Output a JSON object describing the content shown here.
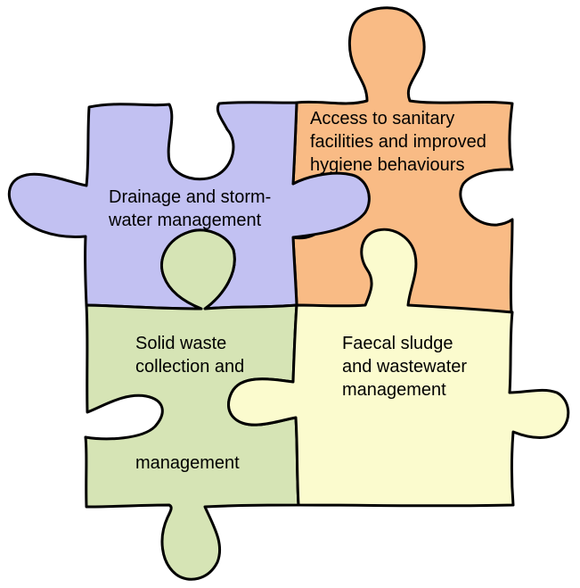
{
  "colors": {
    "outline": "#000000",
    "drainage": "#c2c1f2",
    "sanitation": "#f9bb85",
    "solid_waste": "#d6e4b5",
    "faecal_sludge": "#fbfbce",
    "text": "#000000"
  },
  "pieces": {
    "drainage": {
      "lines": [
        "Drainage and storm-",
        "water management"
      ]
    },
    "sanitation": {
      "lines": [
        "Access to sanitary",
        "facilities and improved",
        "hygiene behaviours"
      ]
    },
    "solid_waste": {
      "lines": [
        "Solid waste",
        "collection and",
        "management"
      ]
    },
    "faecal_sludge": {
      "lines": [
        "Faecal sludge",
        "and wastewater",
        "management"
      ]
    }
  }
}
